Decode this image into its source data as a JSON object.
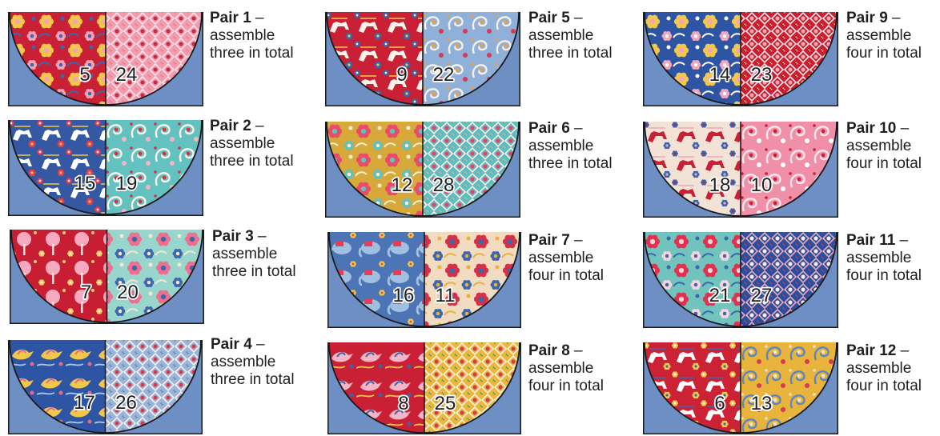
{
  "colors": {
    "background_square": "#6d8fc4",
    "outline": "#1a1a1a",
    "label_text": "#1f1f1f"
  },
  "blocks": [
    {
      "title": "Pair 1",
      "dash": " –",
      "line2": "assemble",
      "line3": "three in total",
      "left_number": "5",
      "right_number": "24",
      "left_fabric": "red-floral",
      "right_fabric": "pink-lattice"
    },
    {
      "title": "Pair 2",
      "dash": " –",
      "line2": "assemble",
      "line3": "three in total",
      "left_number": "15",
      "right_number": "19",
      "left_fabric": "blue-unicorn",
      "right_fabric": "teal-paisley"
    },
    {
      "title": "Pair 3",
      "dash": " –",
      "line2": "assemble",
      "line3": "three in total",
      "left_number": "7",
      "right_number": "20",
      "left_fabric": "red-tree",
      "right_fabric": "mint-floral"
    },
    {
      "title": "Pair 4",
      "dash": " –",
      "line2": "assemble",
      "line3": "three in total",
      "left_number": "17",
      "right_number": "26",
      "left_fabric": "blue-bird",
      "right_fabric": "blue-lattice"
    },
    {
      "title": "Pair 5",
      "dash": " –",
      "line2": "assemble",
      "line3": "three in total",
      "left_number": "9",
      "right_number": "22",
      "left_fabric": "red-unicorn",
      "right_fabric": "blue-paisley"
    },
    {
      "title": "Pair 6",
      "dash": " –",
      "line2": "assemble",
      "line3": "three in total",
      "left_number": "12",
      "right_number": "28",
      "left_fabric": "mustard-floral",
      "right_fabric": "teal-lattice"
    },
    {
      "title": "Pair 7",
      "dash": " –",
      "line2": "assemble",
      "line3": "four in total",
      "left_number": "16",
      "right_number": "11",
      "left_fabric": "blue-elephant",
      "right_fabric": "cream-floral"
    },
    {
      "title": "Pair 8",
      "dash": " –",
      "line2": "assemble",
      "line3": "four in total",
      "left_number": "8",
      "right_number": "25",
      "left_fabric": "red-bird",
      "right_fabric": "yellow-lattice"
    },
    {
      "title": "Pair 9",
      "dash": " –",
      "line2": "assemble",
      "line3": "four in total",
      "left_number": "14",
      "right_number": "23",
      "left_fabric": "blue-floral",
      "right_fabric": "red-lattice"
    },
    {
      "title": "Pair 10",
      "dash": " –",
      "line2": "assemble",
      "line3": "four in total",
      "left_number": "18",
      "right_number": "10",
      "left_fabric": "cream-unicorn",
      "right_fabric": "pink-paisley"
    },
    {
      "title": "Pair 11",
      "dash": " –",
      "line2": "assemble",
      "line3": "four in total",
      "left_number": "21",
      "right_number": "27",
      "left_fabric": "teal-rose",
      "right_fabric": "navy-lattice"
    },
    {
      "title": "Pair 12",
      "dash": " –",
      "line2": "assemble",
      "line3": "four in total",
      "left_number": "6",
      "right_number": "13",
      "left_fabric": "red-unicorn-2",
      "right_fabric": "yellow-paisley"
    }
  ]
}
